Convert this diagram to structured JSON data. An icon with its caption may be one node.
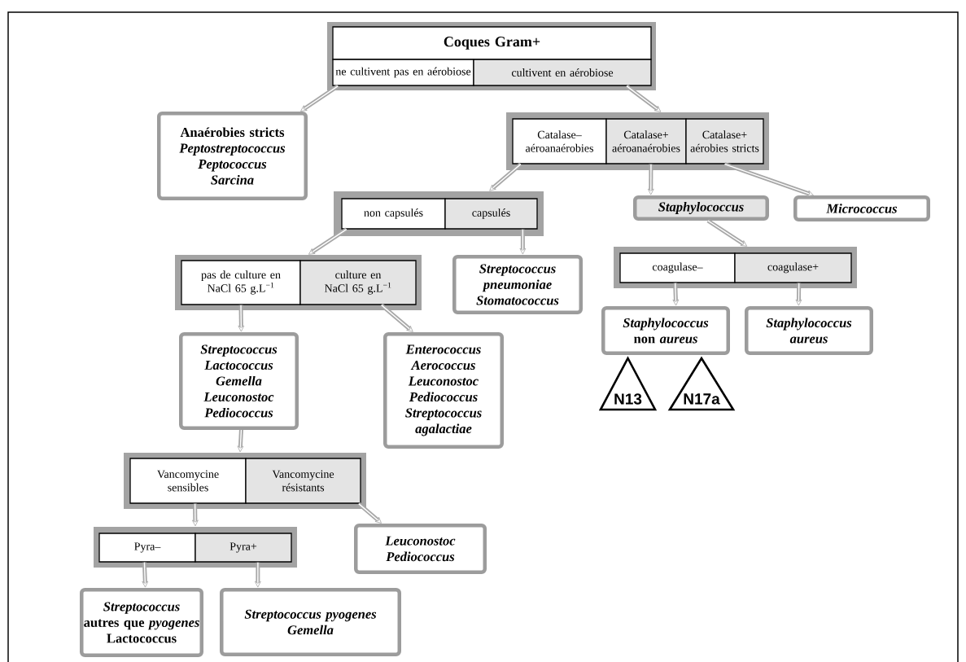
{
  "diagram": {
    "nodes": [
      {
        "text": [],
        "shape": "box"
      },
      {
        "text": [
          "Coques Gram+"
        ],
        "in": 0
      },
      {
        "text": [
          "ne cultivent pas en aérobiose"
        ],
        "in": 0
      },
      {
        "text": [
          "cultivent en aérobiose"
        ],
        "in": 0
      },
      {
        "text": [
          "Anaérobies stricts",
          "Peptostreptococcus",
          "Peptococcus",
          "Sarcina"
        ]
      },
      {
        "text": [],
        "shape": "box"
      },
      {
        "text": [
          "Catalase– aéroanaérobies"
        ],
        "in": 5
      },
      {
        "text": [
          "Catalase+ aéroanaérobies"
        ],
        "in": 5
      },
      {
        "text": [
          "Catalase+ aérobies stricts"
        ],
        "in": 5
      },
      {
        "text": [
          "Staphylococcus"
        ]
      },
      {
        "text": [
          "Micrococcus"
        ]
      },
      {
        "text": [],
        "shape": "box"
      },
      {
        "text": [
          "non capsulés"
        ],
        "in": 11
      },
      {
        "text": [
          "capsulés"
        ],
        "in": 11
      },
      {
        "text": [
          "Streptococcus pneumoniae",
          "Stomatococcus"
        ]
      },
      {
        "text": [],
        "shape": "box"
      },
      {
        "text": [
          "pas de culture en NaCl 65 g.L$^{−1}$"
        ],
        "in": 15
      },
      {
        "text": [
          "culture en NaCl 65 g.L$^{−1}$"
        ],
        "in": 15
      },
      {
        "text": [
          "Streptococcus",
          "Lactococcus",
          "Gemella",
          "Leuconostoc",
          "Pediococcus"
        ]
      },
      {
        "text": [
          "Enterococcus",
          "Aerococcus",
          "Leuconostoc",
          "Pediococcus",
          "Streptococcus agalactiae"
        ]
      },
      {
        "text": [],
        "shape": "box"
      },
      {
        "text": [
          "coagulase–"
        ],
        "in": 20
      },
      {
        "text": [
          "coagulase+"
        ],
        "in": 20
      },
      {
        "text": [
          "*Staphylococcus* non *aureus*"
        ]
      },
      {
        "text": [
          "Staphylococcus aureus"
        ]
      },
      {
        "text": [
          "N13"
        ]
      },
      {
        "text": [
          "N17a"
        ]
      },
      {
        "text": [],
        "shape": "box"
      },
      {
        "text": [
          "Vancomycine sensibles"
        ],
        "in": 27
      },
      {
        "text": [
          "Vancomycine résistants"
        ],
        "in": 27
      },
      {
        "text": [
          "Leuconostoc",
          "Pediococcus"
        ]
      },
      {
        "text": [],
        "shape": "box"
      },
      {
        "text": [
          "Pyra–"
        ],
        "in": 31
      },
      {
        "text": [
          "Pyra+"
        ],
        "in": 31
      },
      {
        "text": [
          "*Streptococcus* autres que *pyogenes*",
          "Lactococcus"
        ]
      },
      {
        "text": [
          "Streptococcus pyogenes",
          "Gemella"
        ]
      }
    ],
    "edges": [
      {
        "from": 2,
        "to": 4,
        "arrow": "to"
      },
      {
        "from": 3,
        "to": 5,
        "arrow": "to"
      },
      {
        "from": 6,
        "to": 11,
        "arrow": "to"
      },
      {
        "from": 7,
        "to": 9,
        "arrow": "to"
      },
      {
        "from": 8,
        "to": 10,
        "arrow": "to"
      },
      {
        "from": 12,
        "to": 15,
        "arrow": "to"
      },
      {
        "from": 13,
        "to": 14,
        "arrow": "to"
      },
      {
        "from": 16,
        "to": 18,
        "arrow": "to"
      },
      {
        "from": 17,
        "to": 19,
        "arrow": "to"
      },
      {
        "from": 9,
        "to": 20,
        "arrow": "to"
      },
      {
        "from": 21,
        "to": 23,
        "arrow": "to"
      },
      {
        "from": 22,
        "to": 24,
        "arrow": "to"
      },
      {
        "from": 18,
        "to": 27,
        "arrow": "to"
      },
      {
        "from": 29,
        "to": 30,
        "arrow": "to"
      },
      {
        "from": 28,
        "to": 31,
        "arrow": "to"
      },
      {
        "from": 32,
        "to": 34,
        "arrow": "to"
      },
      {
        "from": 33,
        "to": 35,
        "arrow": "to"
      }
    ]
  }
}
